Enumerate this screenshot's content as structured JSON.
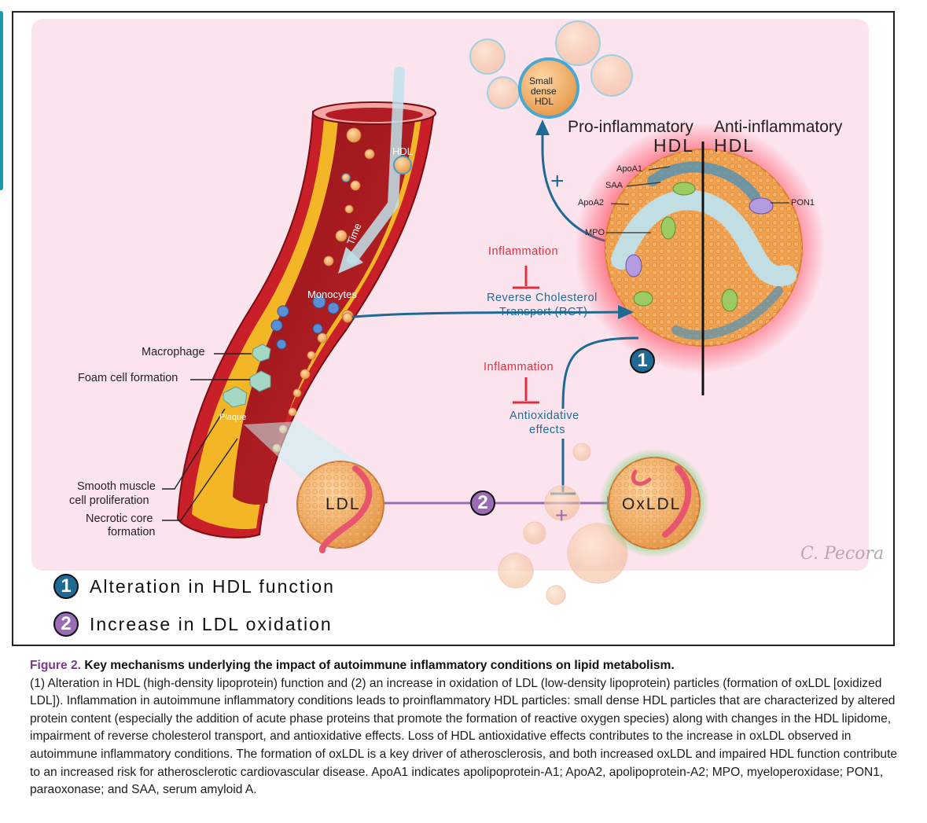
{
  "diagram": {
    "vessel_labels": {
      "hdl": "HDL",
      "time": "Time",
      "monocytes": "Monocytes",
      "macrophage": "Macrophage",
      "foam_cell": "Foam cell formation",
      "plaque": "Plaque",
      "smooth_muscle_1": "Smooth muscle",
      "smooth_muscle_2": "cell proliferation",
      "necrotic_1": "Necrotic core",
      "necrotic_2": "formation"
    },
    "hdl_panel": {
      "small_dense_1": "Small",
      "small_dense_2": "dense",
      "small_dense_3": "HDL",
      "pro_inflammatory_1": "Pro-inflammatory",
      "pro_inflammatory_2": "HDL",
      "anti_inflammatory_1": "Anti-inflammatory",
      "anti_inflammatory_2": "HDL",
      "apoa1": "ApoA1",
      "saa": "SAA",
      "apoa2": "ApoA2",
      "mpo": "MPO",
      "pon1": "PON1",
      "plus": "+"
    },
    "pathway": {
      "inflammation_1": "Inflammation",
      "rct_1": "Reverse Cholesterol",
      "rct_2": "Transport (RCT)",
      "inflammation_2": "Inflammation",
      "antiox_1": "Antioxidative",
      "antiox_2": "effects",
      "badge_1": "1",
      "badge_2": "2",
      "ldl": "LDL",
      "oxldl": "OxLDL",
      "plus": "+"
    },
    "signature": "C. Pecora",
    "colors": {
      "pathway_blue": "#1e6a94",
      "inhibit_red": "#e0303c",
      "ldl_purple": "#9a6cb5",
      "vessel_red": "#c81f28",
      "panel_pink": "#fce4ef"
    }
  },
  "legend": [
    {
      "number": "1",
      "text": "Alteration in HDL function",
      "color": "#1e6a94"
    },
    {
      "number": "2",
      "text": "Increase in LDL oxidation",
      "color": "#9a6cb5"
    }
  ],
  "caption": {
    "figure_label": "Figure 2.",
    "title": "Key mechanisms underlying the impact of autoimmune inflammatory conditions on lipid metabolism.",
    "body": "(1) Alteration in HDL (high-density lipoprotein) function and (2) an increase in oxidation of LDL (low-density lipoprotein) particles (formation of oxLDL [oxidized LDL]). Inflammation in autoimmune inflammatory conditions leads to proinflammatory HDL particles: small dense HDL particles that are characterized by altered protein content (especially the addition of acute phase proteins that promote the formation of reactive oxygen species) along with changes in the HDL lipidome, impairment of reverse cholesterol transport, and antioxidative effects. Loss of HDL antioxidative effects contributes to the increase in oxLDL observed in autoimmune inflammatory conditions. The formation of oxLDL is a key driver of atherosclerosis, and both increased oxLDL and impaired HDL function contribute to an increased risk for atherosclerotic cardiovascular disease. ApoA1 indicates apolipoprotein-A1; ApoA2, apolipoprotein-A2; MPO, myeloperoxidase; PON1, paraoxonase; and SAA, serum amyloid A."
  }
}
